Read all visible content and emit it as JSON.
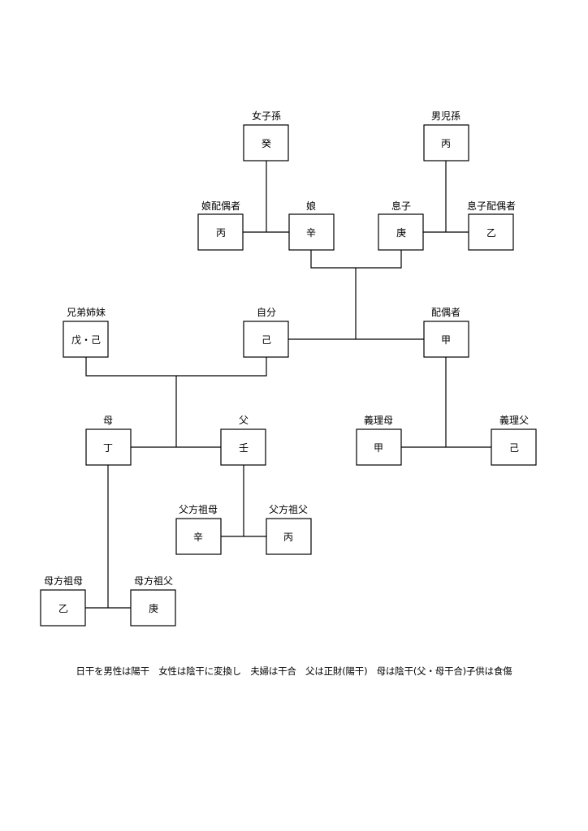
{
  "nodes": {
    "granddaughter": {
      "label": "女子孫",
      "value": "癸"
    },
    "grandson": {
      "label": "男児孫",
      "value": "丙"
    },
    "daughter_spouse": {
      "label": "娘配偶者",
      "value": "丙"
    },
    "daughter": {
      "label": "娘",
      "value": "辛"
    },
    "son": {
      "label": "息子",
      "value": "庚"
    },
    "son_spouse": {
      "label": "息子配偶者",
      "value": "乙"
    },
    "siblings": {
      "label": "兄弟姉妹",
      "value": "戊・己"
    },
    "self": {
      "label": "自分",
      "value": "己"
    },
    "spouse": {
      "label": "配偶者",
      "value": "甲"
    },
    "mother": {
      "label": "母",
      "value": "丁"
    },
    "father": {
      "label": "父",
      "value": "壬"
    },
    "mother_in_law": {
      "label": "義理母",
      "value": "甲"
    },
    "father_in_law": {
      "label": "義理父",
      "value": "己"
    },
    "paternal_grandmother": {
      "label": "父方祖母",
      "value": "辛"
    },
    "paternal_grandfather": {
      "label": "父方祖父",
      "value": "丙"
    },
    "maternal_grandmother": {
      "label": "母方祖母",
      "value": "乙"
    },
    "maternal_grandfather": {
      "label": "母方祖父",
      "value": "庚"
    }
  },
  "caption": "日干を男性は陽干　女性は陰干に変換し　夫婦は干合　父は正財(陽干)　母は陰干(父・母干合)子供は食傷"
}
